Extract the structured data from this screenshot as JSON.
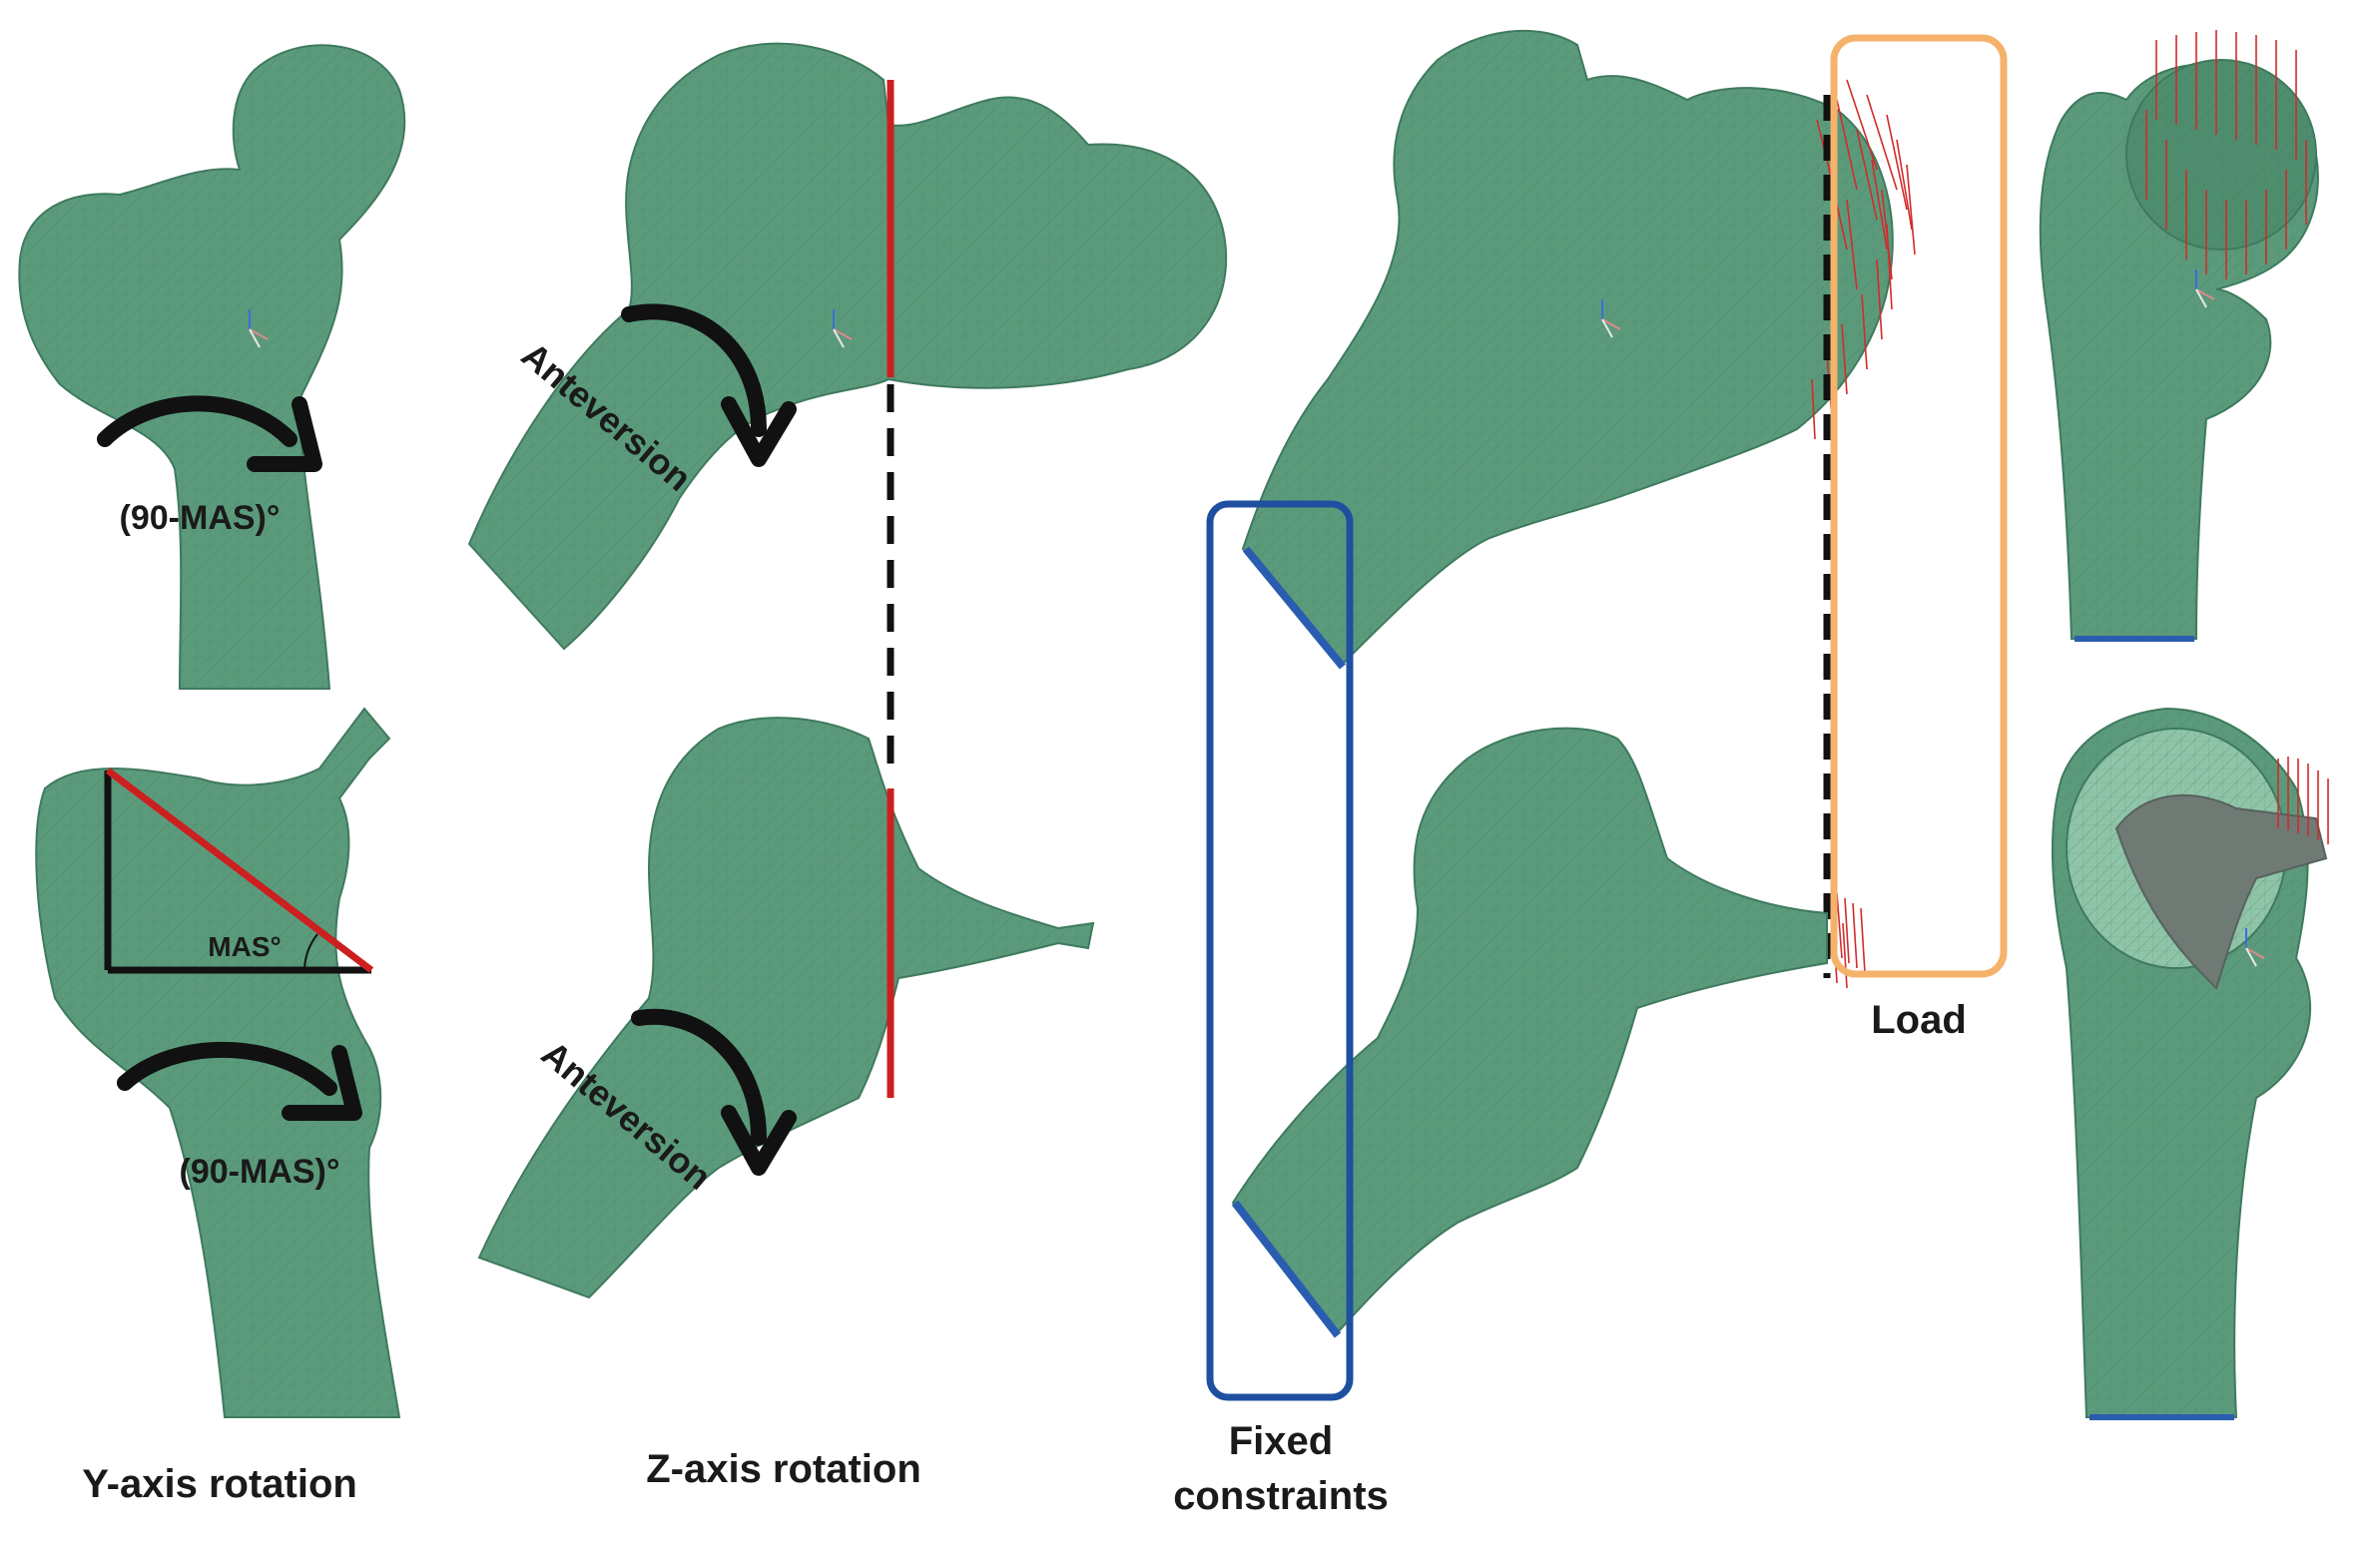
{
  "captions": {
    "y_axis_rotation": "Y-axis rotation",
    "z_axis_rotation": "Z-axis rotation",
    "fixed_constraints_line1": "Fixed",
    "fixed_constraints_line2": "constraints",
    "load": "Load"
  },
  "annotations": {
    "rotation_angle_top": "(90-MAS)°",
    "rotation_angle_bottom": "(90-MAS)°",
    "mas_angle": "MAS°",
    "anteversion_top": "Anteversion",
    "anteversion_bottom": "Anteversion"
  },
  "colors": {
    "bone": "#5b9b7c",
    "reference_line": "#cc1f1f",
    "fixed_box": "#1f4f9f",
    "load_box": "#f5b26b",
    "load_arrows": "#d22b2b",
    "arrow": "#111111"
  }
}
